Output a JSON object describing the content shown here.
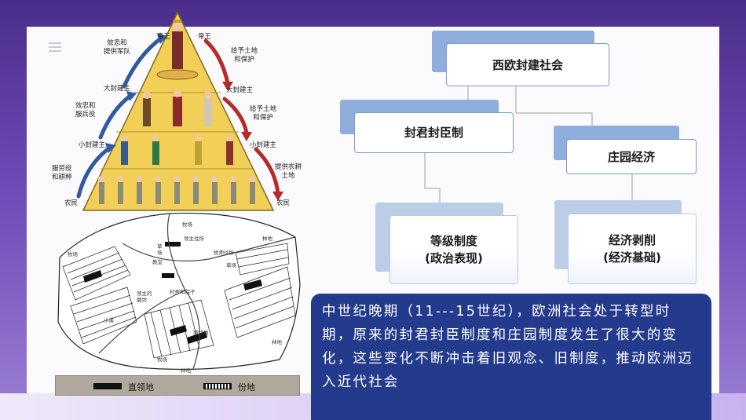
{
  "figure": {
    "pyramid_labels": {
      "emperor_left": "帝王",
      "emperor_right": "帝王",
      "loyalty_army": "效忠和\n提供军队",
      "grant_land_protect_1": "给予土地\n和保护",
      "great_lord_left": "大封建主",
      "great_lord_right": "大封建主",
      "loyalty_military": "效忠和\n服兵役",
      "grant_land_protect_2": "给予土地\n和保护",
      "small_lord_left": "小封建主",
      "small_lord_right": "小封建主",
      "labor_farming": "服劳役\n和耕种",
      "provide_farmland": "提供农耕\n土地",
      "peasant_left": "农民",
      "peasant_right": "农民"
    },
    "map_labels": {
      "pasture_top": "牧场",
      "manor_house": "领主住所",
      "farmer_house": "牧师住所",
      "church": "教堂",
      "grassland": "草场",
      "grassland2": "草场",
      "forest_right": "林地",
      "pasture_left": "牧场",
      "village": "村舍和院子",
      "lord_demesne": "领主的磨坊",
      "stream": "小溪",
      "south_field": "南耕地",
      "pasture_bottom": "牧场",
      "forest_bottom": "林地",
      "forest_lower_right": "林地"
    },
    "legend": {
      "demesne": "直领地",
      "tenant_land": "份地"
    }
  },
  "diagram": {
    "root": "西欧封建社会",
    "left": "封君封臣制",
    "right": "庄园经济",
    "left_child_line1": "等级制度",
    "left_child_line2": "(政治表现)",
    "right_child_line1": "经济剥削",
    "right_child_line2": "(经济基础)"
  },
  "info_panel": {
    "text": "中世纪晚期（11---15世纪），欧洲社会处于转型时期，原来的封君封臣制度和庄园制度发生了很大的变化，这些变化不断冲击着旧观念、旧制度，推动欧洲迈入近代社会"
  },
  "colors": {
    "background": "#4a2e8a",
    "box_back": "#8faedc",
    "box_border": "#7a9ccd",
    "panel": "#243a8c"
  }
}
